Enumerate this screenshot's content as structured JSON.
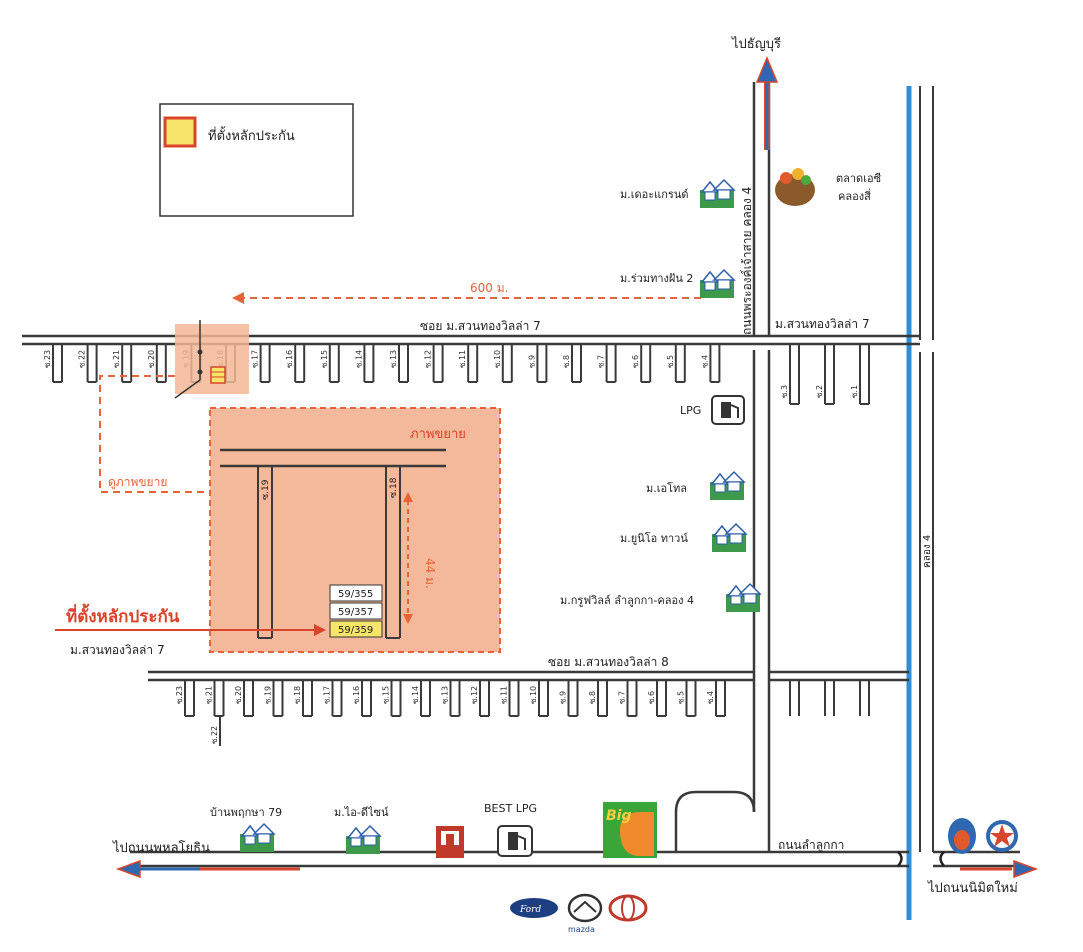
{
  "legend": {
    "label": "ที่ตั้งหลักประกัน",
    "swatch_color": "#f7e46a",
    "swatch_border": "#d9452b"
  },
  "roads": {
    "north_road": "ถนนพระองค์เจ้าสาย คลอง 4",
    "soi_7": "ซอย ม.สวนทองวิลล่า 7",
    "soi_7_east": "ม.สวนทองวิลล่า 7",
    "soi_8": "ซอย ม.สวนทองวิลล่า 8",
    "main_road": "ถนนลำลูกกา",
    "canal": "คลอง 4"
  },
  "directions": {
    "north": "ไปธัญบุรี",
    "west": "ไปถนนพหลโยธิน",
    "east": "ไปถนนนิมิตใหม่"
  },
  "distance_600": "600 ม.",
  "distance_44": "44 ม.",
  "zoom": {
    "title": "ภาพขยาย",
    "link": "ดูภาพขยาย",
    "soi_left": "ซ.19",
    "soi_right": "ซ.18",
    "houses": [
      "59/355",
      "59/357",
      "59/359"
    ],
    "highlight_index": 2
  },
  "subject": {
    "label": "ที่ตั้งหลักประกัน",
    "village": "ม.สวนทองวิลล่า 7"
  },
  "landmarks": {
    "the_grand": "ม.เดอะแกรนด์",
    "market": "ตลาดเอซี",
    "market_line2": "คลองสี่",
    "ruam_thang": "ม.ร่วมทางฝัน 2",
    "lpg": "LPG",
    "eden": "ม.เอโทล",
    "unio": "ม.ยูนิโอ ทาวน์",
    "krupwill": "ม.กรูฟวิลล์ ลำลูกกา-คลอง 4",
    "ban_pruksa": "บ้านพฤกษา 79",
    "idesign": "ม.ไอ-ดีไซน์",
    "best_lpg": "BEST LPG",
    "big_c": "Big",
    "brands": [
      "Ford",
      "mazda",
      "Toyota"
    ]
  },
  "soi_row1": [
    "ซ.23",
    "ซ.22",
    "ซ.21",
    "ซ.20",
    "ซ.19",
    "ซ.18",
    "ซ.17",
    "ซ.16",
    "ซ.15",
    "ซ.14",
    "ซ.13",
    "ซ.12",
    "ซ.11",
    "ซ.10",
    "ซ.9",
    "ซ.8",
    "ซ.7",
    "ซ.6",
    "ซ.5",
    "ซ.4"
  ],
  "soi_row1_east": [
    "ซ.3",
    "ซ.2",
    "ซ.1"
  ],
  "soi_row2": [
    "ซ.23",
    "ซ.21",
    "ซ.20",
    "ซ.19",
    "ซ.18",
    "ซ.17",
    "ซ.16",
    "ซ.15",
    "ซ.14",
    "ซ.13",
    "ซ.12",
    "ซ.11",
    "ซ.10",
    "ซ.9",
    "ซ.8",
    "ซ.7",
    "ซ.6",
    "ซ.5",
    "ซ.4"
  ],
  "soi_row2_extra": "ซ.22",
  "colors": {
    "road": "#3a3a3a",
    "dash_orange": "#e8623a",
    "zoom_fill": "#f4b89a",
    "canal_blue": "#2e8fd8",
    "arrow_blue": "#2f67b0",
    "arrow_red": "#d9452b",
    "house_green": "#2f9a3e"
  }
}
